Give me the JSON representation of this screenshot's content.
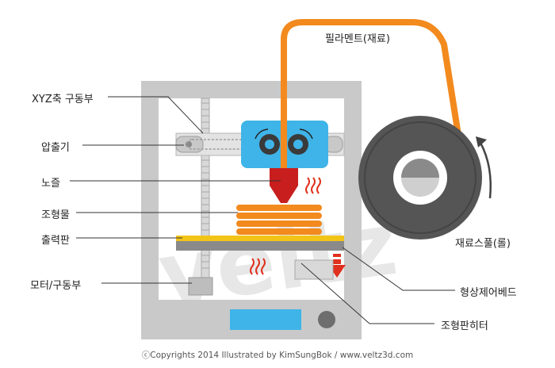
{
  "labels": {
    "xyz_drive": "XYZ축 구동부",
    "extruder": "압출기",
    "nozzle": "노즐",
    "object": "조형물",
    "output_plate": "출력판",
    "motor_drive": "모터/구동부",
    "filament": "필라멘트(재료)",
    "spool": "재료스풀(롤)",
    "shape_control_bed": "형상제어베드",
    "bed_heater": "조형판히터"
  },
  "watermark": "veltz",
  "copyright": "ⓒCopyrights 2014 Illustrated by KimSungBok / www.veltz3d.com",
  "colors": {
    "frame": "#c9c9c9",
    "extruder": "#3fb4e8",
    "filament": "#f28a1e",
    "object": "#f28a1e",
    "nozzle": "#c81e1e",
    "plate": "#f2c418",
    "spool": "#555555",
    "heat": "#e0301e",
    "display": "#3fb4e8"
  }
}
